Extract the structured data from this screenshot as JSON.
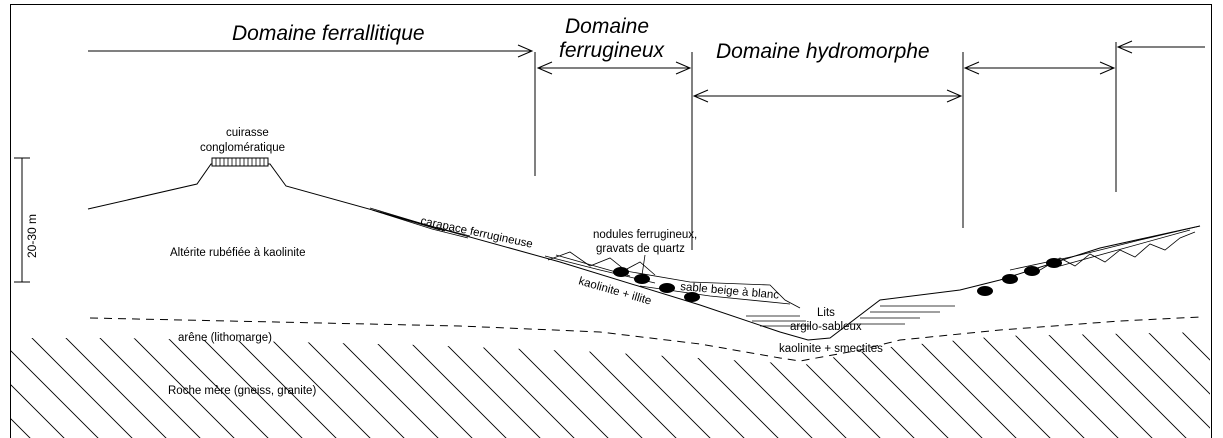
{
  "domains": {
    "ferrallitique": "Domaine ferrallitique",
    "ferrugineux_line1": "Domaine",
    "ferrugineux_line2": "ferrugineux",
    "hydromorphe": "Domaine hydromorphe"
  },
  "scale": {
    "label": "20-30 m"
  },
  "labels": {
    "cuirasse_line1": "cuirasse",
    "cuirasse_line2": "conglomératique",
    "carapace": "carapace ferrugineuse",
    "alterite": "Altérite rubéfiée à kaolinite",
    "nodules_line1": "nodules ferrugineux,",
    "nodules_line2": "gravats de quartz",
    "kaolinite_illite": "kaolinite + illite",
    "sable": "sable beige à blanc",
    "lits_line1": "Lits",
    "lits_line2": "argilo-sableux",
    "kaolinite_smectites": "kaolinite + smectites",
    "arene": "arêne (lithomarge)",
    "roche": "Roche mère (gneiss, granite)"
  }
}
